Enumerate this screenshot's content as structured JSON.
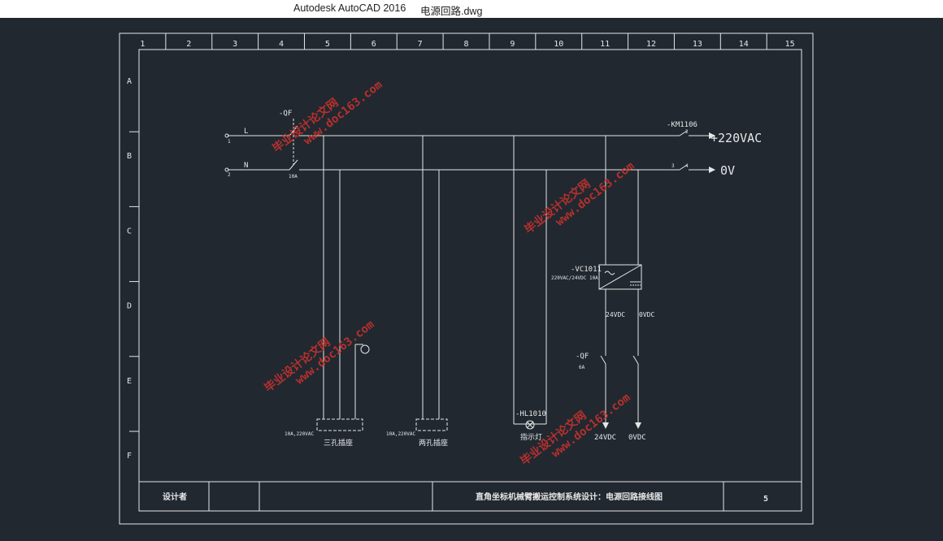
{
  "window": {
    "app_title": "Autodesk AutoCAD 2016",
    "file_name": "电源回路.dwg"
  },
  "colors": {
    "background": "#212830",
    "lines": "#e6e6e6",
    "watermark": "#c8322d"
  },
  "drawing": {
    "columns": [
      "1",
      "2",
      "3",
      "4",
      "5",
      "6",
      "7",
      "8",
      "9",
      "10",
      "11",
      "12",
      "13",
      "14",
      "15"
    ],
    "rows": [
      "A",
      "B",
      "C",
      "D",
      "E",
      "F"
    ],
    "qf_main": "-QF",
    "qf_rating": "10A",
    "line_L": "L",
    "line_N": "N",
    "term_1": "1",
    "term_2": "2",
    "km_label": "-KM1106",
    "km_2": "2",
    "km_3": "3",
    "km_4": "4",
    "out_220": "+220VAC",
    "out_0v": "0V",
    "vc_label": "-VC1011",
    "vc_spec": "220VAC/24VDC 10A",
    "dc_24": "24VDC",
    "dc_0": "0VDC",
    "qf2_label": "-QF",
    "qf2_rating": "6A",
    "out_24vdc": "24VDC",
    "out_0vdc": "0VDC",
    "hl_label": "-HL1010",
    "hl_name": "指示灯",
    "socket3_spec": "10A,220VAC",
    "socket3_name": "三孔插座",
    "socket2_spec": "10A,220VAC",
    "socket2_name": "两孔插座"
  },
  "title_block": {
    "designer_label": "设计者",
    "drawing_title": "直角坐标机械臂搬运控制系统设计：电源回路接线图",
    "sheet_number": "5"
  },
  "watermarks": [
    {
      "line1": "毕业设计论文网",
      "line2": "www.doc163.com"
    },
    {
      "line1": "毕业设计论文网",
      "line2": "www.doc163.com"
    },
    {
      "line1": "毕业设计论文网",
      "line2": "www.doc163.com"
    },
    {
      "line1": "毕业设计论文网",
      "line2": "www.doc163.com"
    }
  ]
}
